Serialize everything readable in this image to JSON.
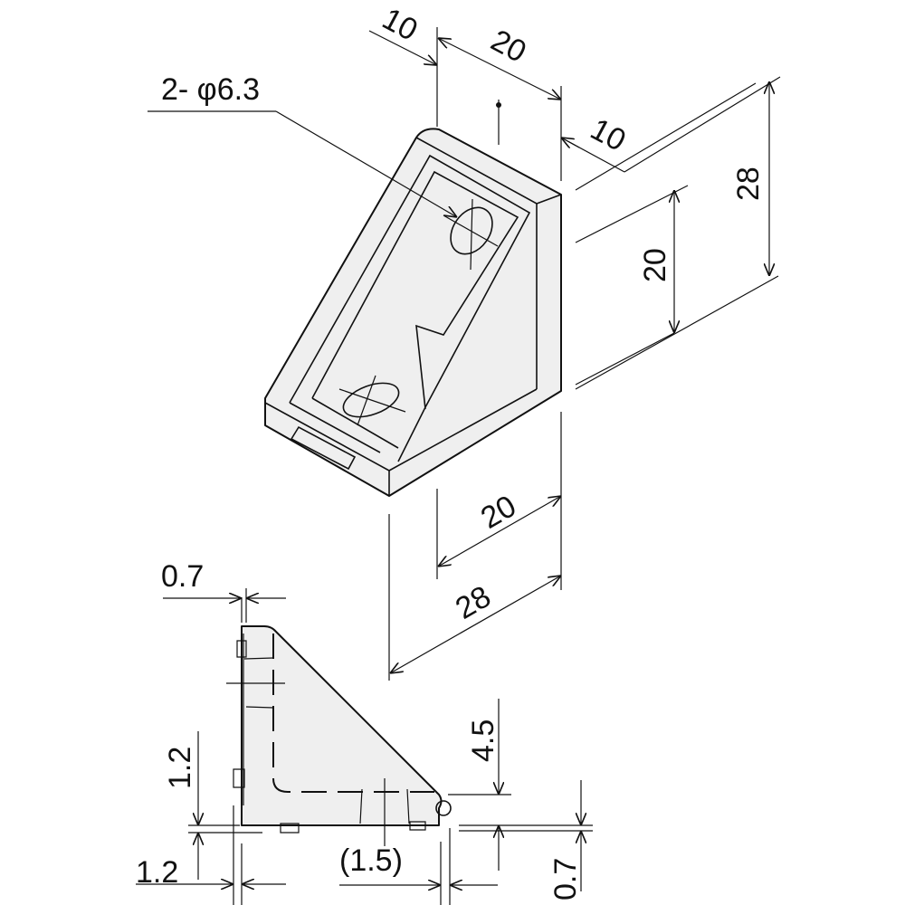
{
  "title": "Angle bracket 20 series dimension drawing",
  "isometric_view": {
    "hole_callout": "2- φ6.3",
    "dim_top_left": "10",
    "dim_top_width": "20",
    "dim_top_right": "10",
    "dim_height_outer": "28",
    "dim_height_inner": "20",
    "dim_bottom_inner": "20",
    "dim_bottom_outer": "28"
  },
  "side_view": {
    "dim_top_thickness": "0.7",
    "dim_left_upper": "1.2",
    "dim_left_lower": "1.2",
    "dim_right_height": "4.5",
    "dim_bottom_ref": "(1.5)",
    "dim_right_thickness": "0.7"
  }
}
